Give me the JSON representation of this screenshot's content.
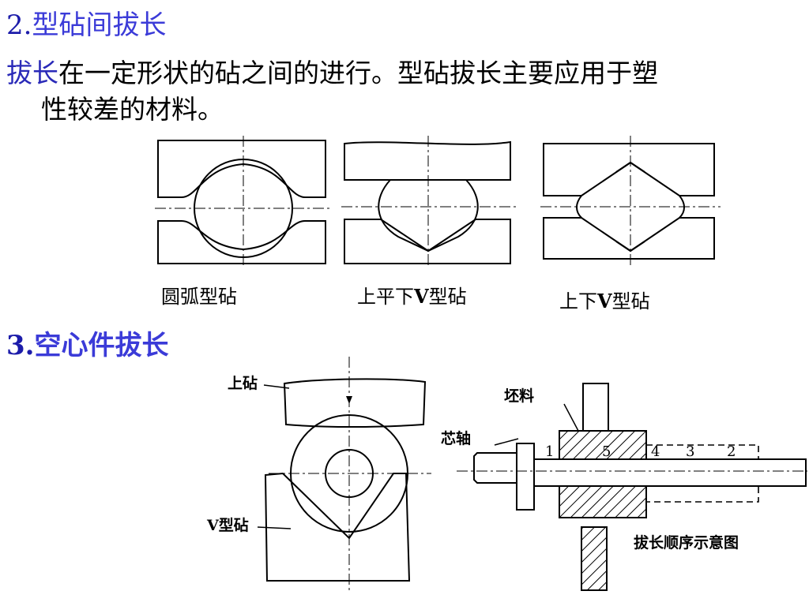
{
  "heading2": {
    "number": "2.",
    "text": "型砧间拔长"
  },
  "paragraph": {
    "keyword": "拔长",
    "line1_rest": "在一定形状的砧之间的进行。型砧拔长主要应用于塑",
    "line2": "性较差的材料。"
  },
  "anvil_figures": {
    "arc": {
      "label": "圆弧型砧"
    },
    "flat_v": {
      "pre": "上平下",
      "v": "V",
      "post": "型砧"
    },
    "double_v": {
      "pre": "上下",
      "v": "V",
      "post": "型砧"
    }
  },
  "heading3": {
    "number": "3.",
    "text": "空心件拔长"
  },
  "hollow_figure": {
    "upper_anvil": "上砧",
    "v_anvil": "V型砧"
  },
  "mandrel_figure": {
    "blank": "坯料",
    "mandrel": "芯轴",
    "steps": [
      "1",
      "5",
      "4",
      "3",
      "2"
    ],
    "caption": "拔长顺序示意图"
  },
  "colors": {
    "heading_number": "#1c1caa",
    "heading_text": "#3b3bd8",
    "keyword": "#2a2ab8"
  }
}
